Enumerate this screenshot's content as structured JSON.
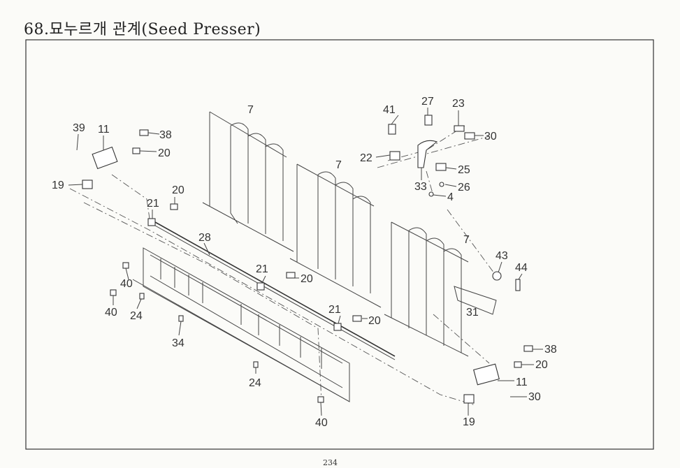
{
  "title": "68.묘누르개 관계(Seed Presser)",
  "page_number": "234",
  "callouts": [
    "39",
    "11",
    "38",
    "20",
    "19",
    "20",
    "21",
    "28",
    "7",
    "7",
    "7",
    "41",
    "27",
    "23",
    "30",
    "22",
    "25",
    "33",
    "26",
    "4",
    "43",
    "44",
    "31",
    "21",
    "20",
    "40",
    "40",
    "24",
    "21",
    "20",
    "34",
    "38",
    "20",
    "11",
    "24",
    "30",
    "19",
    "40"
  ]
}
